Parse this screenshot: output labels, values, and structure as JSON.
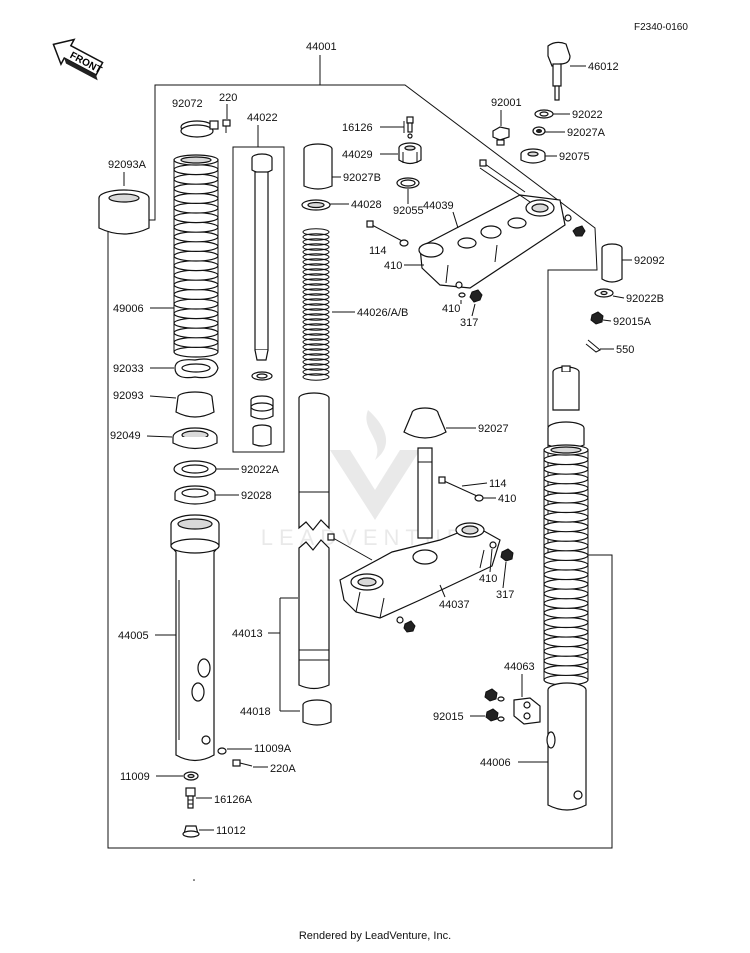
{
  "diagram": {
    "doc_id": "F2340-0160",
    "front_label": "FRONT",
    "watermark_text": "LEADVENTURE",
    "footer": "Rendered by LeadVenture, Inc.",
    "parts": {
      "p44001": "44001",
      "p92072": "92072",
      "p220": "220",
      "p44022": "44022",
      "p92093A": "92093A",
      "p49006": "49006",
      "p92033": "92033",
      "p92093": "92093",
      "p92049": "92049",
      "p92022A": "92022A",
      "p92028": "92028",
      "p44005": "44005",
      "p11009A": "11009A",
      "p220A": "220A",
      "p11009": "11009",
      "p16126A": "16126A",
      "p11012": "11012",
      "p16126": "16126",
      "p44029": "44029",
      "p92027B": "92027B",
      "p44028": "44028",
      "p92055": "92055",
      "p44026": "44026/A/B",
      "p44013": "44013",
      "p44018": "44018",
      "p92001": "92001",
      "p46012": "46012",
      "p92022": "92022",
      "p92027A": "92027A",
      "p92075": "92075",
      "p44039": "44039",
      "p114a": "114",
      "p410a": "410",
      "p410b": "410",
      "p317a": "317",
      "p92092": "92092",
      "p92022B": "92022B",
      "p92015A": "92015A",
      "p550": "550",
      "p92027": "92027",
      "p114b": "114",
      "p410c": "410",
      "p410d": "410",
      "p317b": "317",
      "p44037": "44037",
      "p44063": "44063",
      "p92015": "92015",
      "p44006": "44006"
    }
  }
}
